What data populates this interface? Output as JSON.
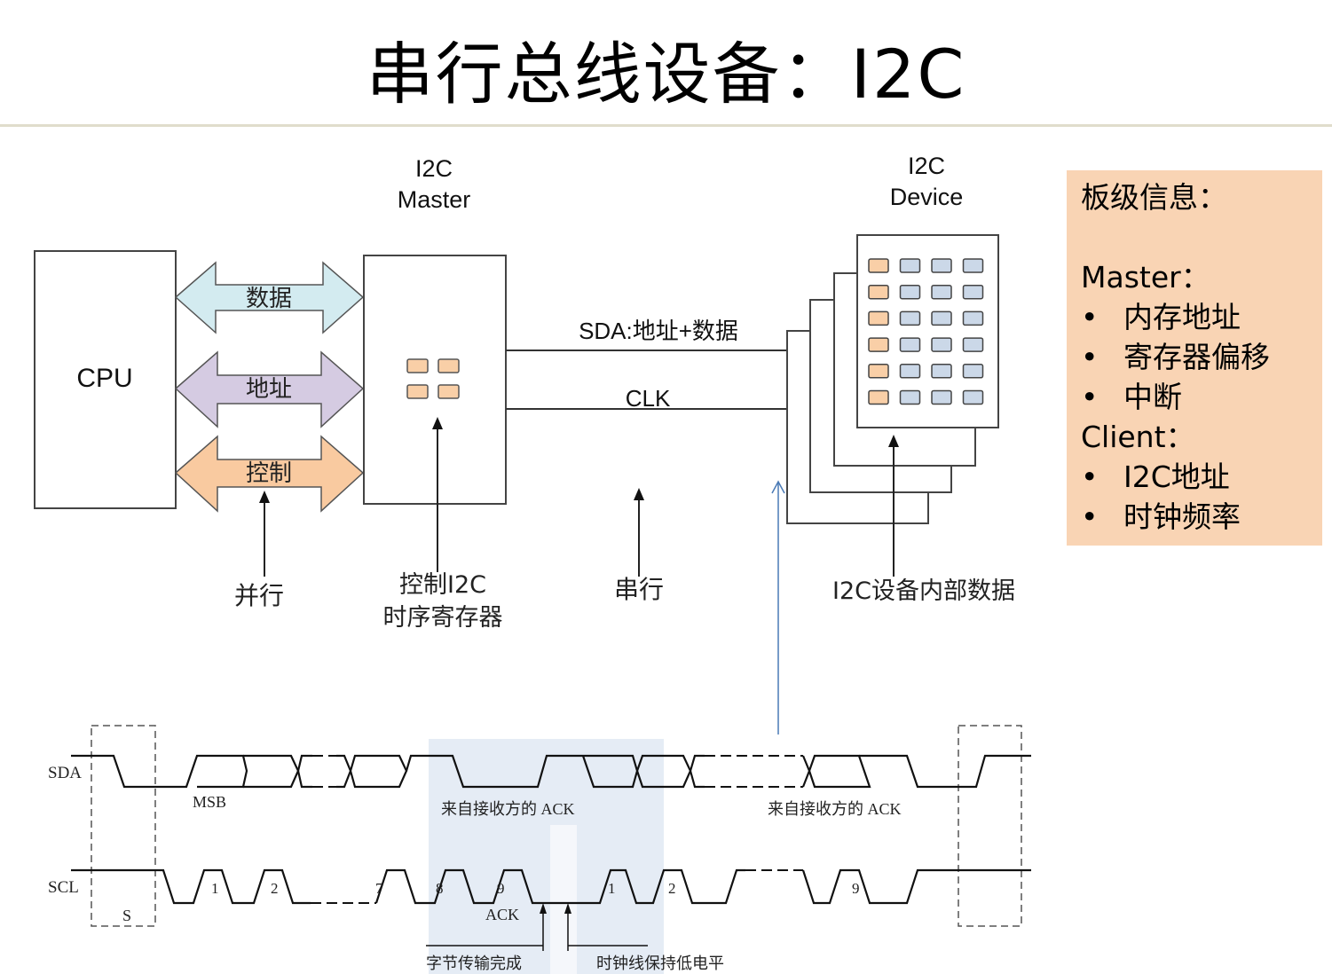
{
  "slide": {
    "title": "串行总线设备：I2C"
  },
  "diagram": {
    "cpu_label": "CPU",
    "master_label_line1": "I2C",
    "master_label_line2": "Master",
    "device_label_line1": "I2C",
    "device_label_line2": "Device",
    "bus_data": "数据",
    "bus_address": "地址",
    "bus_control": "控制",
    "sda_label": "SDA:地址+数据",
    "clk_label": "CLK",
    "parallel_label": "并行",
    "ctrl_reg_line1": "控制I2C",
    "ctrl_reg_line2": "时序寄存器",
    "serial_label": "串行",
    "device_data_label": "I2C设备内部数据",
    "colors": {
      "data_bus": "#d3ebf0",
      "address_bus": "#d5cbe2",
      "control_bus": "#f9caa0",
      "register_orange": "#f9cfa7",
      "register_blue": "#cbd8e8",
      "pointer_blue": "#4a7ab5"
    }
  },
  "timing": {
    "sda_label": "SDA",
    "scl_label": "SCL",
    "msb_label": "MSB",
    "start_label": "S",
    "ack_label": "ACK",
    "ack_from_receiver_1": "来自接收方的 ACK",
    "ack_from_receiver_2": "来自接收方的 ACK",
    "byte_complete": "字节传输完成",
    "clock_hold_low": "时钟线保持低电平",
    "clock_numbers": [
      "1",
      "2",
      "7",
      "8",
      "9",
      "1",
      "2",
      "9"
    ]
  },
  "info_box": {
    "heading": "板级信息：",
    "master_heading": "Master：",
    "master_items": [
      "内存地址",
      "寄存器偏移",
      "中断"
    ],
    "client_heading": "Client：",
    "client_items": [
      "I2C地址",
      "时钟频率"
    ],
    "bullet": "•"
  }
}
